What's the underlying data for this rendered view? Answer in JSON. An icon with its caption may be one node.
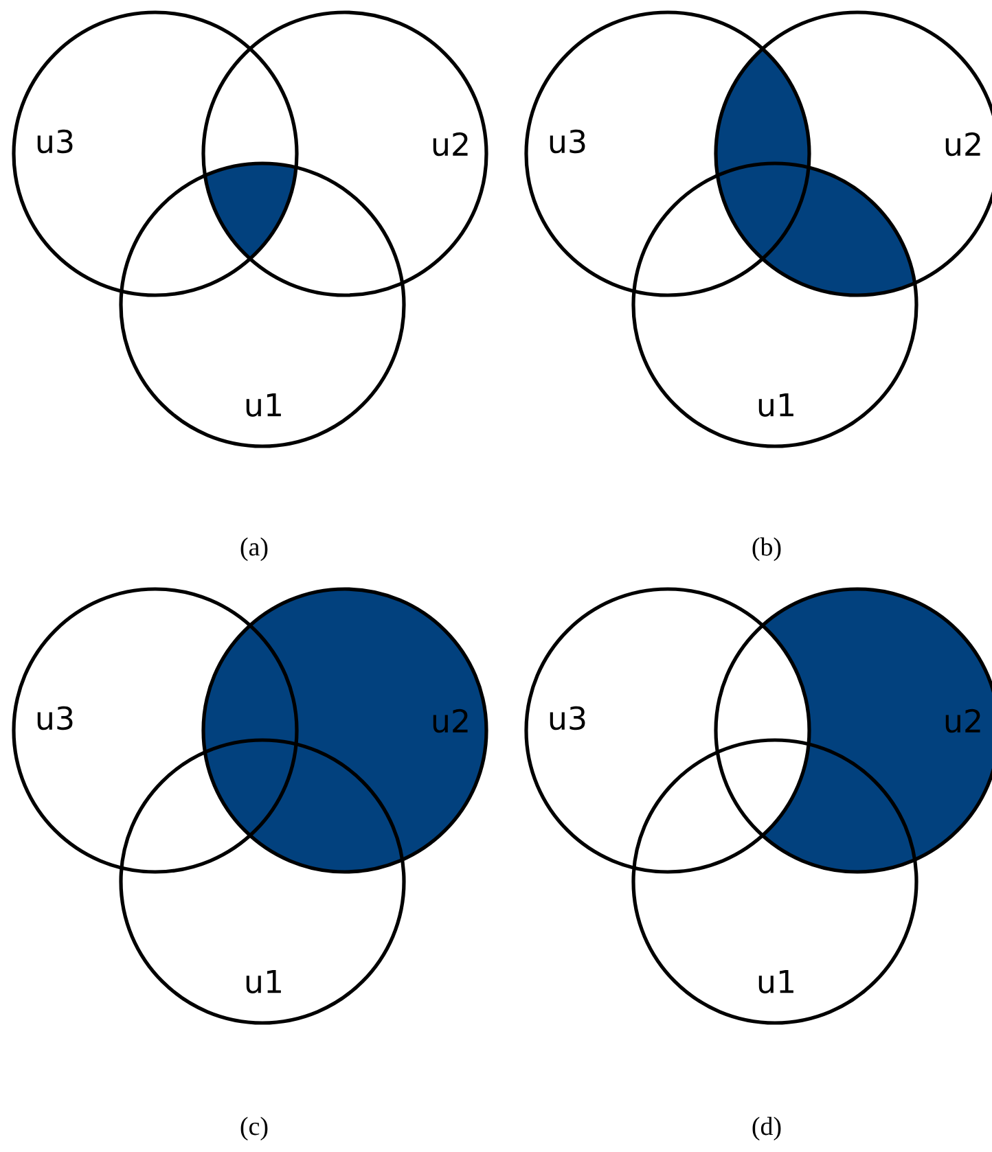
{
  "diagram": {
    "nodes": [
      {
        "text": [
          "u3"
        ]
      },
      {
        "text": [
          "u2"
        ]
      },
      {
        "text": [
          "u1"
        ]
      },
      {
        "text": [
          "u3"
        ]
      },
      {
        "text": [
          "u2"
        ]
      },
      {
        "text": [
          "u1"
        ]
      },
      {
        "text": [
          "u3"
        ]
      },
      {
        "text": [
          "u2"
        ]
      },
      {
        "text": [
          "u1"
        ]
      },
      {
        "text": [
          "u3"
        ]
      },
      {
        "text": [
          "u2"
        ]
      },
      {
        "text": [
          "u1"
        ]
      }
    ],
    "labels": [
      "(a)",
      "(b)",
      "(c)",
      "(d)"
    ]
  }
}
